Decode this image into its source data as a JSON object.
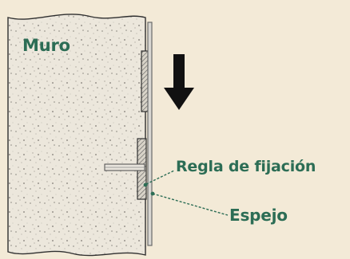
{
  "labels": {
    "wall": "Muro",
    "rule": "Regla de fijación",
    "mirror": "Espejo"
  },
  "icons": {
    "direction": "arrow-down-icon"
  },
  "colors": {
    "background": "#f3ead7",
    "wall_fill": "#ece7dc",
    "label": "#2c6d55",
    "outline": "#2f2f2f",
    "mirror_edge": "#6b6b6b"
  }
}
